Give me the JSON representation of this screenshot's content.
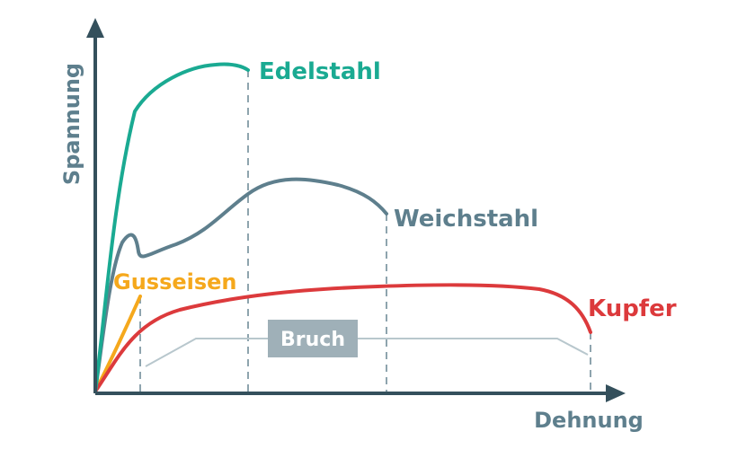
{
  "diagram": {
    "y_axis_label": "Spannung",
    "x_axis_label": "Dehnung",
    "bracket_label": "Bruch",
    "materials": [
      {
        "key": "edelstahl",
        "name": "Edelstahl",
        "color": "#1aaa92"
      },
      {
        "key": "weichstahl",
        "name": "Weichstahl",
        "color": "#5e7f8d"
      },
      {
        "key": "gusseisen",
        "name": "Gusseisen",
        "color": "#f5a81c"
      },
      {
        "key": "kupfer",
        "name": "Kupfer",
        "color": "#dc3a3c"
      }
    ],
    "colors": {
      "axis": "#34505c",
      "guide": "#8ea4ae",
      "bracket": "#b8c7cd",
      "bracket_box": "#9fb0b8",
      "bracket_text": "#ffffff"
    }
  }
}
